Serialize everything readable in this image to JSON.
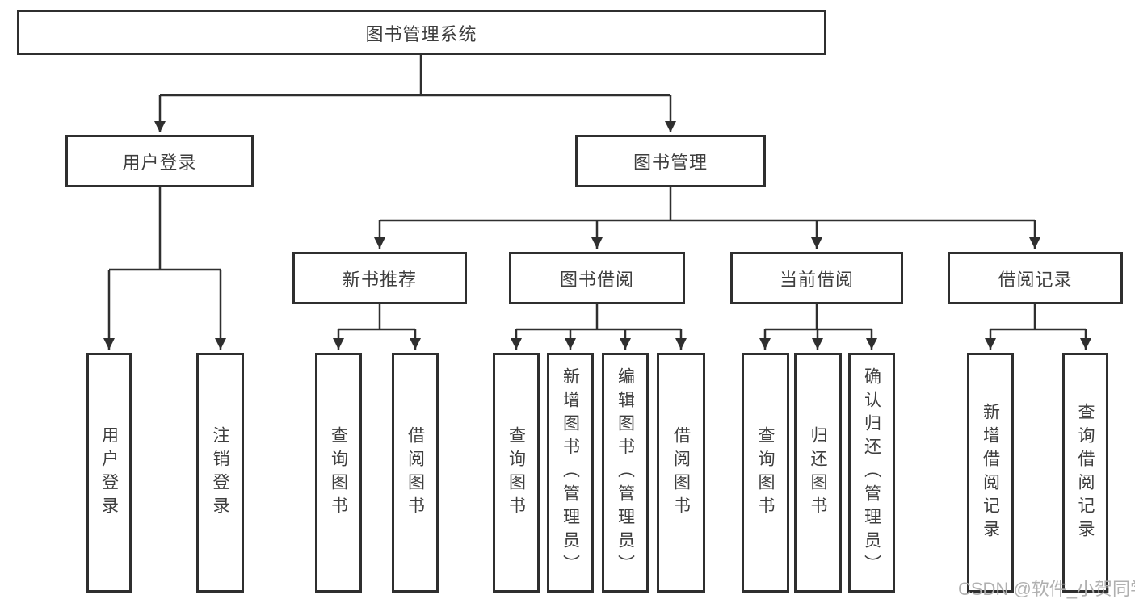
{
  "tree": {
    "root": {
      "label": "图书管理系统"
    },
    "user_login": {
      "label": "用户登录",
      "children": [
        {
          "label": "用户登录"
        },
        {
          "label": "注销登录"
        }
      ]
    },
    "book_management": {
      "label": "图书管理",
      "new_book_recommend": {
        "label": "新书推荐",
        "children": [
          {
            "label": "查询图书"
          },
          {
            "label": "借阅图书"
          }
        ]
      },
      "book_borrow": {
        "label": "图书借阅",
        "children": [
          {
            "label": "查询图书"
          },
          {
            "label": "新增图书（管理员）"
          },
          {
            "label": "编辑图书（管理员）"
          },
          {
            "label": "借阅图书"
          }
        ]
      },
      "current_borrow": {
        "label": "当前借阅",
        "children": [
          {
            "label": "查询图书"
          },
          {
            "label": "归还图书"
          },
          {
            "label": "确认归还（管理员）"
          }
        ]
      },
      "borrow_records": {
        "label": "借阅记录",
        "children": [
          {
            "label": "新增借阅记录"
          },
          {
            "label": "查询借阅记录"
          }
        ]
      }
    }
  },
  "watermark": {
    "text": "CSDN @软件_小贺同学"
  },
  "colors": {
    "line": "#2f2f2f",
    "box_border": "#2f2f2f",
    "text": "#3e3e3e",
    "background": "#ffffff",
    "watermark": "#b0b0b0"
  }
}
